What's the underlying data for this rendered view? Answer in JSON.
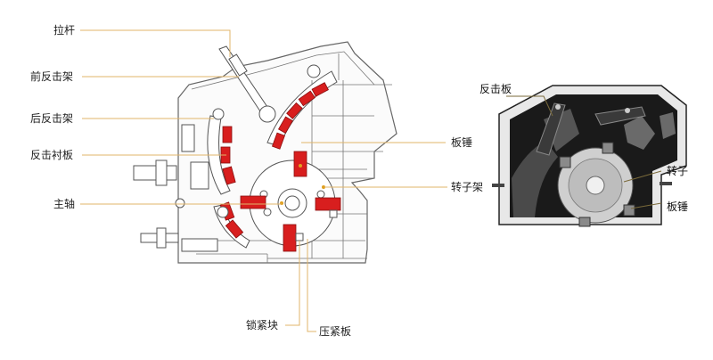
{
  "left_labels": {
    "pull_rod": "拉杆",
    "front_impact_frame": "前反击架",
    "rear_impact_frame": "后反击架",
    "impact_liner": "反击衬板",
    "main_shaft": "主轴",
    "lock_block": "锁紧块",
    "press_plate": "压紧板",
    "blow_bar": "板锤",
    "rotor_frame": "转子架"
  },
  "right_labels": {
    "impact_plate": "反击板",
    "rotor": "转子",
    "blow_bar": "板锤"
  },
  "colors": {
    "accent_red": "#d81e1e",
    "leader_line": "#e0b46a",
    "photo_dark": "#1a1a1a"
  }
}
